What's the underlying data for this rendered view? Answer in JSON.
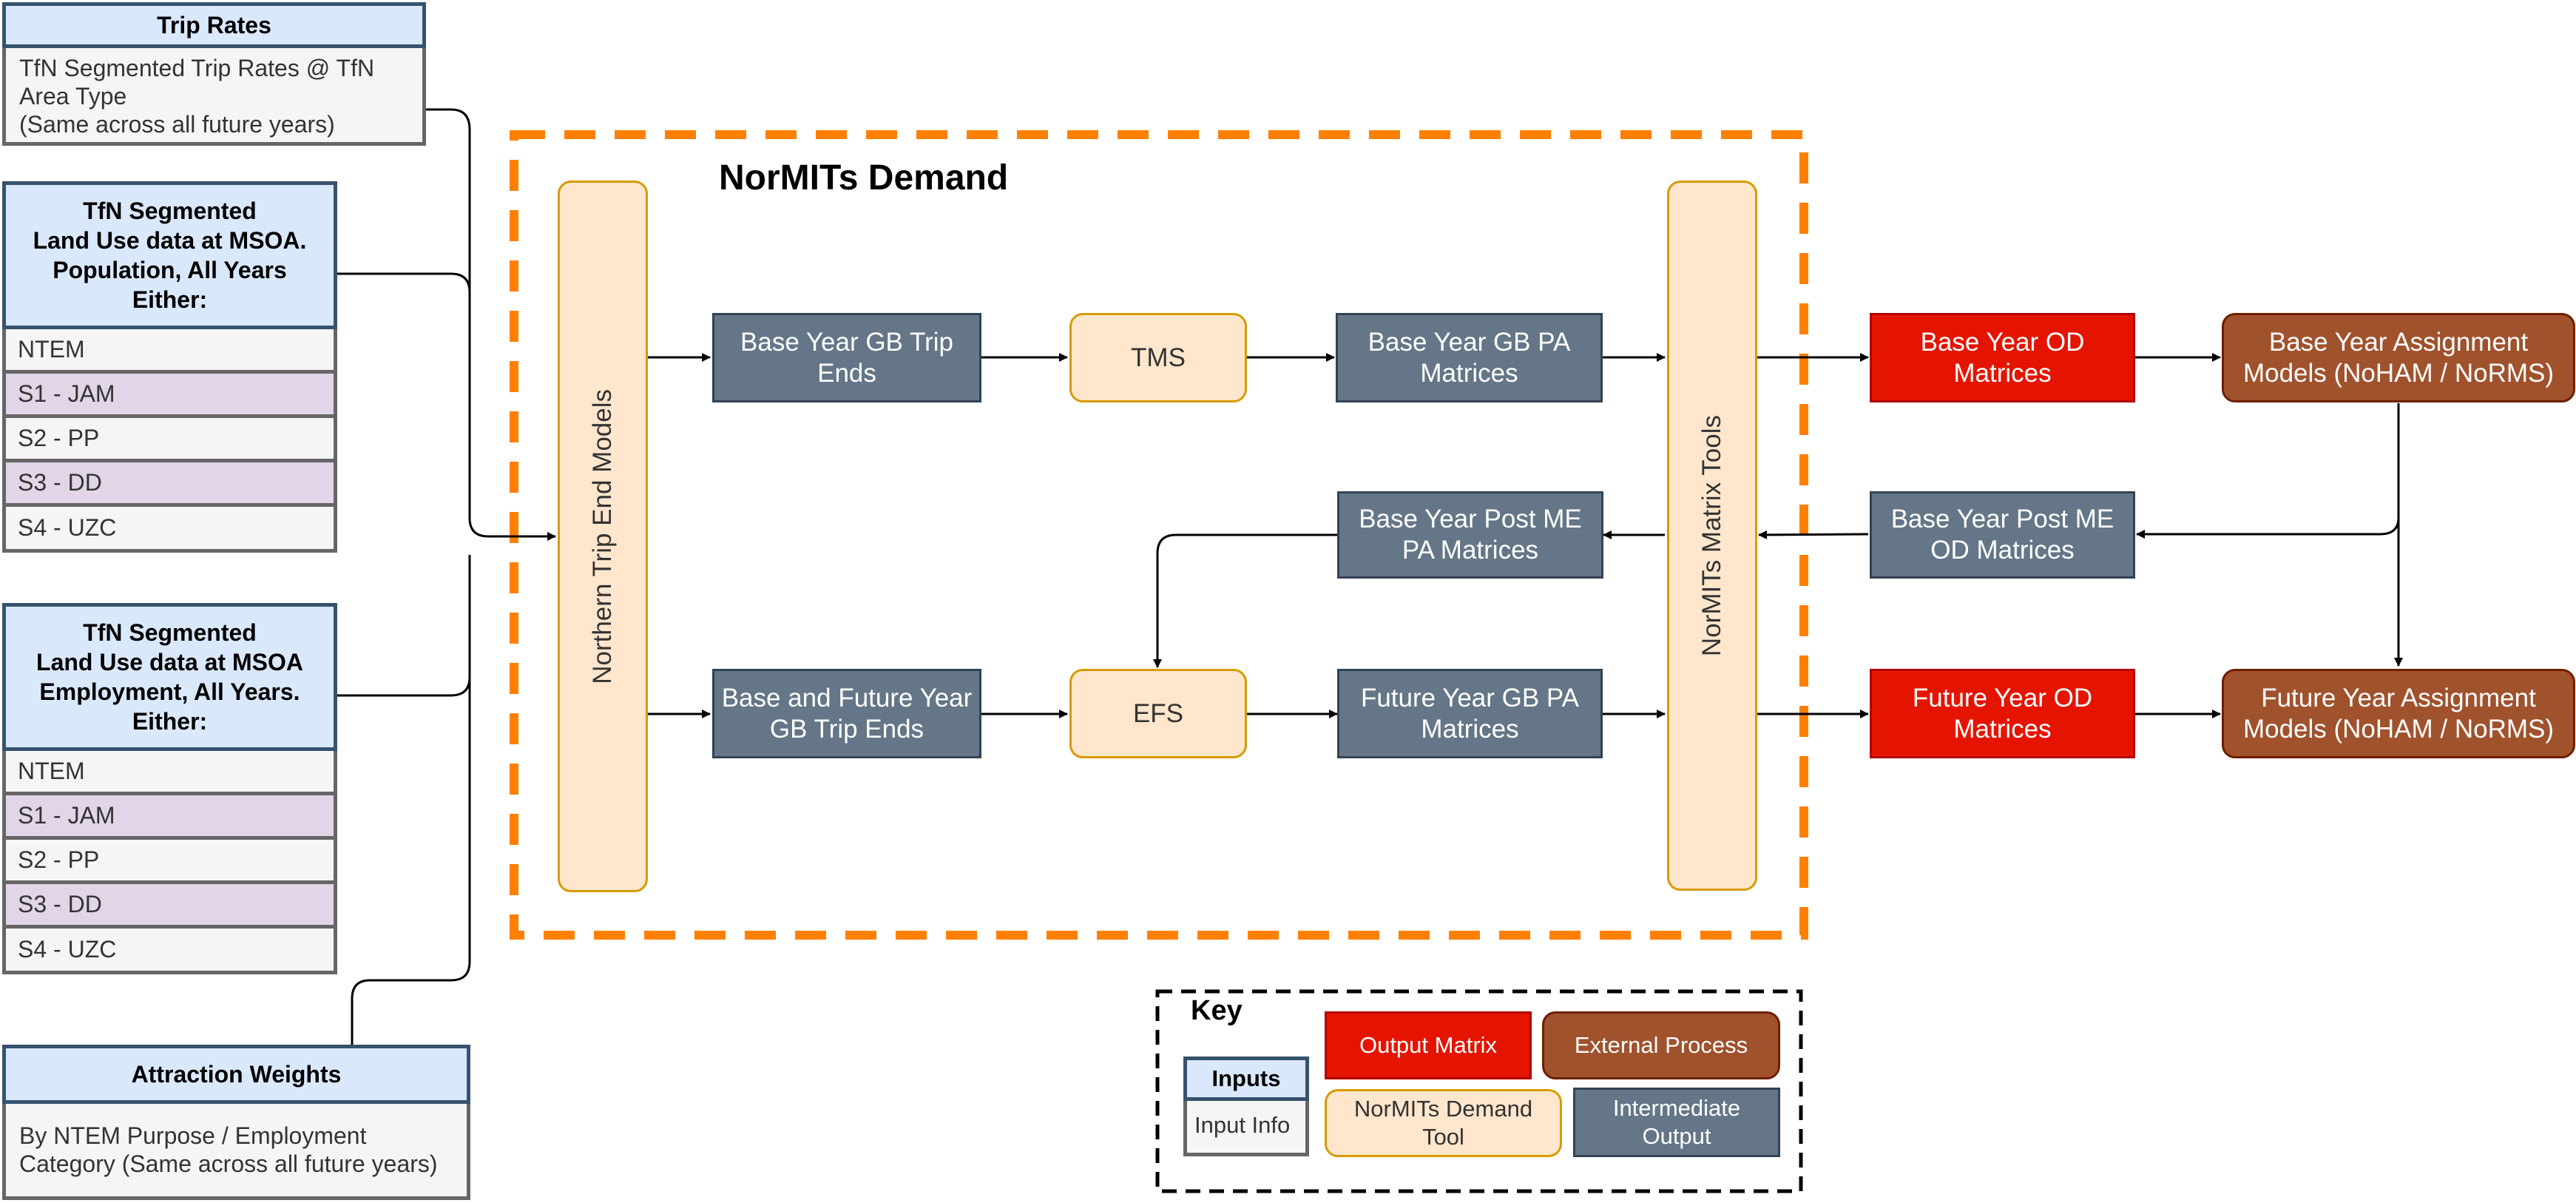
{
  "inputs": {
    "trip_rates": {
      "title": "Trip Rates",
      "lines": [
        "TfN Segmented Trip Rates @ TfN",
        "Area Type",
        "(Same across all future years)"
      ]
    },
    "population": {
      "title_lines": [
        "TfN Segmented",
        "Land Use data at MSOA.",
        "Population, All Years",
        "Either:"
      ],
      "rows": [
        "NTEM",
        "S1 - JAM",
        "S2 - PP",
        "S3 - DD",
        "S4 - UZC"
      ]
    },
    "employment": {
      "title_lines": [
        "TfN Segmented",
        "Land Use data at MSOA",
        "Employment, All Years.",
        "Either:"
      ],
      "rows": [
        "NTEM",
        "S1 - JAM",
        "S2 - PP",
        "S3 - DD",
        "S4 - UZC"
      ]
    },
    "attraction": {
      "title": "Attraction Weights",
      "lines": [
        "By NTEM Purpose / Employment",
        "Category (Same across all future years)"
      ]
    }
  },
  "normits": {
    "title": "NorMITs Demand",
    "northern_trip_end": "Northern Trip End Models",
    "matrix_tools": "NorMITs Matrix Tools",
    "base_gb_trip_ends": [
      "Base Year GB Trip",
      "Ends"
    ],
    "tms": "TMS",
    "base_gb_pa": [
      "Base Year GB PA",
      "Matrices"
    ],
    "base_post_me_pa": [
      "Base Year Post ME",
      "PA Matrices"
    ],
    "base_future_trip_ends": [
      "Base and Future Year",
      "GB Trip Ends"
    ],
    "efs": "EFS",
    "future_gb_pa": [
      "Future Year GB PA",
      "Matrices"
    ]
  },
  "outputs": {
    "base_od": [
      "Base Year OD",
      "Matrices"
    ],
    "base_assignment": [
      "Base Year Assignment",
      "Models (NoHAM / NoRMS)"
    ],
    "base_post_me_od": [
      "Base Year Post ME",
      "OD Matrices"
    ],
    "future_od": [
      "Future Year OD",
      "Matrices"
    ],
    "future_assignment": [
      "Future Year Assignment",
      "Models (NoHAM / NoRMS)"
    ]
  },
  "key": {
    "title": "Key",
    "inputs": "Inputs",
    "input_info": "Input Info",
    "output_matrix": "Output Matrix",
    "external_process": "External Process",
    "tool": [
      "NorMITs Demand",
      "Tool"
    ],
    "intermediate": [
      "Intermediate",
      "Output"
    ]
  },
  "colors": {
    "input_header": "#dae8fc",
    "input_border": "#36526e",
    "input_body": "#f5f5f5",
    "segment_alt": "#e1d5e7",
    "intermediate": "#647687",
    "tool": "#ffe6cc",
    "tool_border": "#d79b00",
    "output": "#e51400",
    "external": "#a0522d",
    "dashed_frame": "#ff8000"
  }
}
